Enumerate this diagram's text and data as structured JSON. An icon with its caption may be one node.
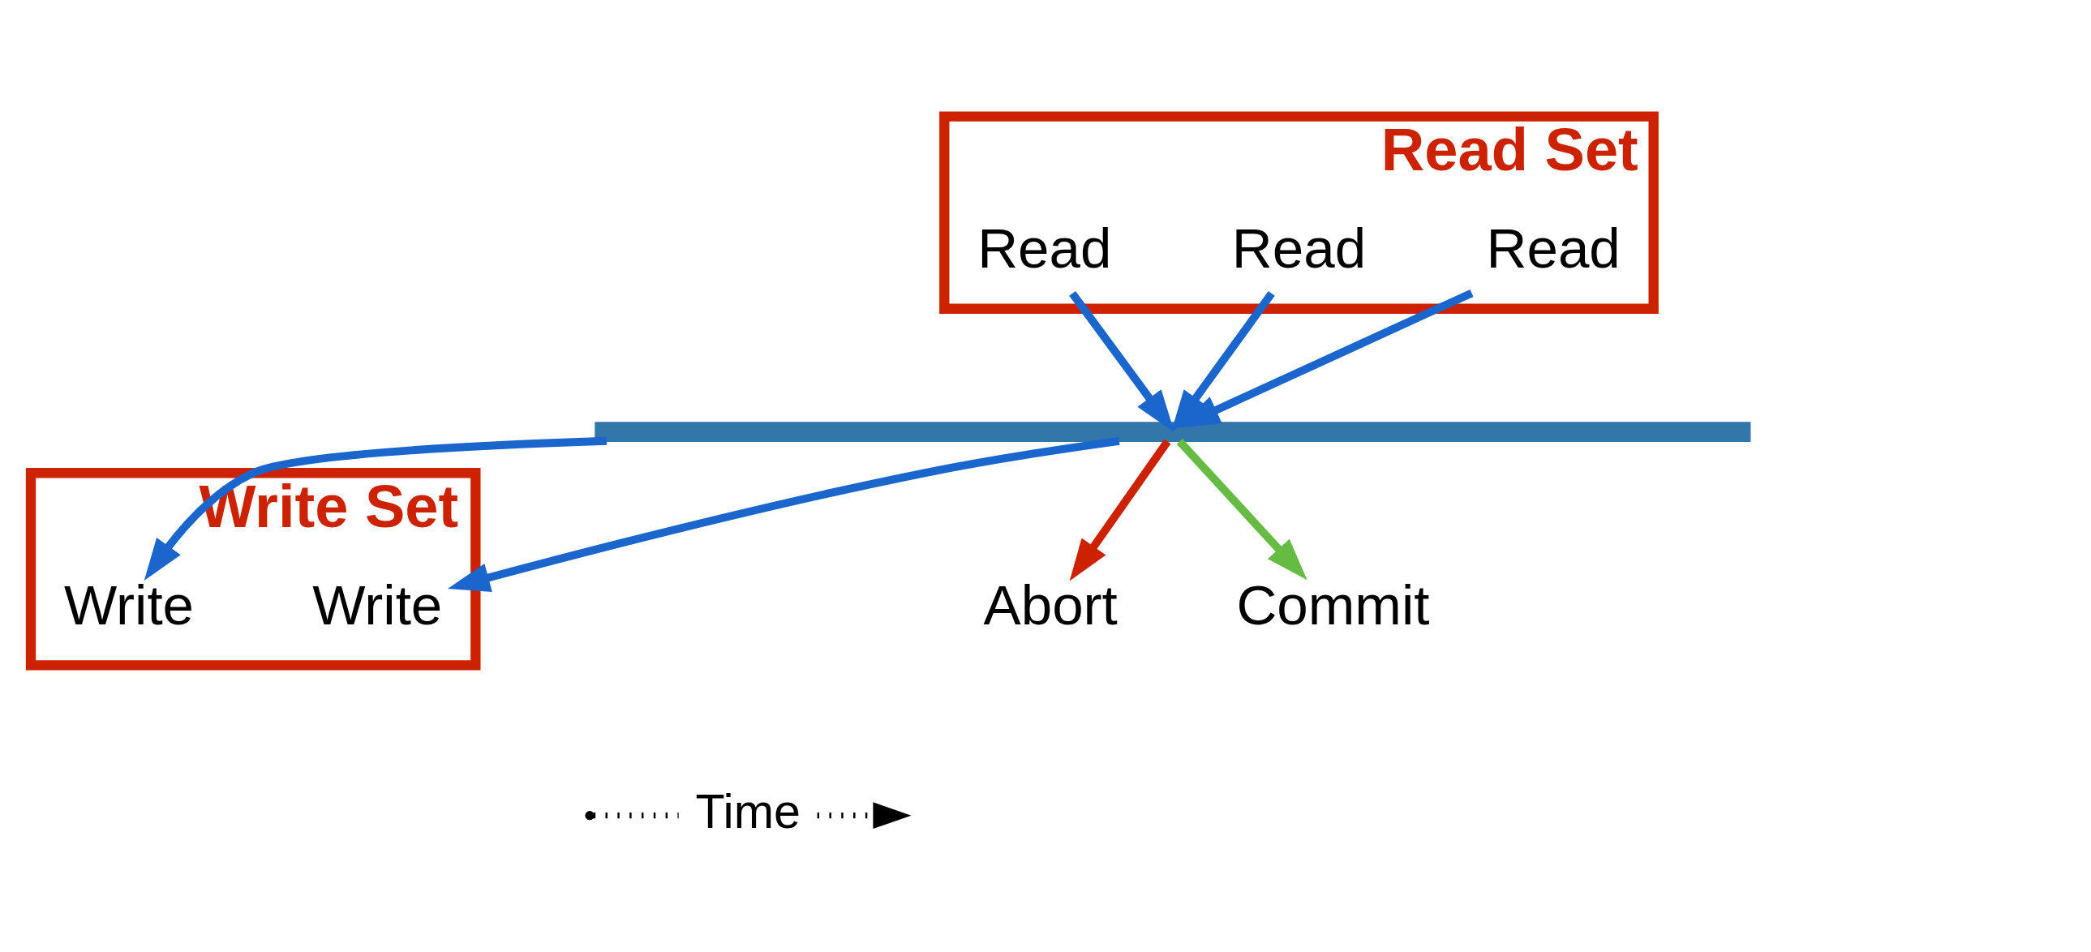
{
  "diagram": {
    "nodes": [
      {
        "text": [
          "Read Set"
        ]
      },
      {
        "text": [
          "Read"
        ],
        "in": 0
      },
      {
        "text": [
          "Read"
        ],
        "in": 0
      },
      {
        "text": [
          "Read"
        ],
        "in": 0
      },
      {
        "text": [],
        "shape": "bar"
      },
      {
        "text": [
          "Write Set"
        ]
      },
      {
        "text": [
          "Write"
        ],
        "in": 5
      },
      {
        "text": [
          "Write"
        ],
        "in": 5
      },
      {
        "text": [
          "Abort"
        ]
      },
      {
        "text": [
          "Commit"
        ]
      }
    ],
    "edges": [
      {
        "from": 1,
        "to": 4,
        "arrow": "to"
      },
      {
        "from": 2,
        "to": 4,
        "arrow": "to"
      },
      {
        "from": 3,
        "to": 4,
        "arrow": "to"
      },
      {
        "from": 4,
        "to": 6,
        "arrow": "to"
      },
      {
        "from": 4,
        "to": 7,
        "arrow": "to"
      },
      {
        "from": 4,
        "to": 8,
        "arrow": "to",
        "color": "#cc2200"
      },
      {
        "from": 4,
        "to": 9,
        "arrow": "to",
        "color": "#66bb44"
      }
    ],
    "labels": [
      "Time"
    ]
  }
}
